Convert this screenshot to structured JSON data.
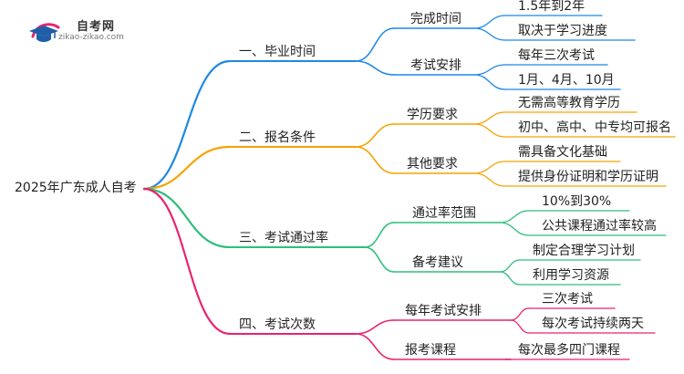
{
  "logo": {
    "name": "自考网",
    "url": "zikao-zikao.com"
  },
  "root": {
    "label": "2025年广东成人自考"
  },
  "colors": {
    "blue": "#1e88e5",
    "orange": "#f5a300",
    "green": "#2dbf7a",
    "pink": "#e8236f"
  },
  "branches": [
    {
      "label": "一、毕业时间",
      "color": "blue",
      "children": [
        {
          "label": "完成时间",
          "leaves": [
            "1.5年到2年",
            "取决于学习进度"
          ]
        },
        {
          "label": "考试安排",
          "leaves": [
            "每年三次考试",
            "1月、4月、10月"
          ]
        }
      ]
    },
    {
      "label": "二、报名条件",
      "color": "orange",
      "children": [
        {
          "label": "学历要求",
          "leaves": [
            "无需高等教育学历",
            "初中、高中、中专均可报名"
          ]
        },
        {
          "label": "其他要求",
          "leaves": [
            "需具备文化基础",
            "提供身份证明和学历证明"
          ]
        }
      ]
    },
    {
      "label": "三、考试通过率",
      "color": "green",
      "children": [
        {
          "label": "通过率范围",
          "leaves": [
            "10%到30%",
            "公共课程通过率较高"
          ]
        },
        {
          "label": "备考建议",
          "leaves": [
            "制定合理学习计划",
            "利用学习资源"
          ]
        }
      ]
    },
    {
      "label": "四、考试次数",
      "color": "pink",
      "children": [
        {
          "label": "每年考试安排",
          "leaves": [
            "三次考试",
            "每次考试持续两天"
          ]
        },
        {
          "label": "报考课程",
          "leaves": [
            "每次最多四门课程"
          ]
        }
      ]
    }
  ]
}
